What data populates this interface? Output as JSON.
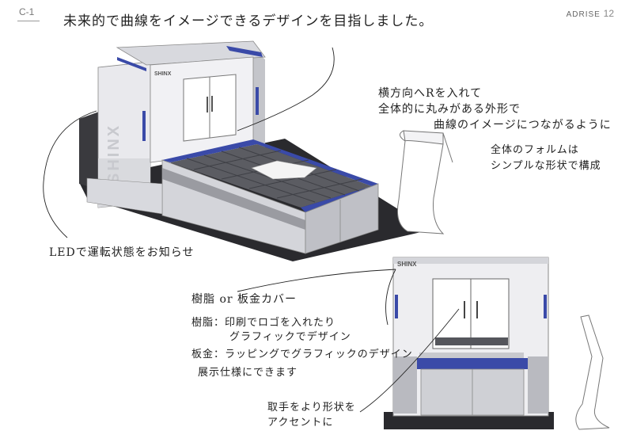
{
  "page": {
    "id": "C-1",
    "brand": "ADRISE",
    "number": "12"
  },
  "notes": {
    "headline": "未来的で曲線をイメージできるデザインを目指しました。",
    "radius_line1": "横方向へRを入れて",
    "radius_line2": "全体的に丸みがある外形で",
    "radius_line3": "曲線のイメージにつながるように",
    "form_line1": "全体のフォルムは",
    "form_line2": "シンプルな形状で構成",
    "led": "LEDで運転状態をお知らせ",
    "cover_title": "樹脂 or 板金カバー",
    "cover_resin1": "樹脂：印刷でロゴを入れたり",
    "cover_resin2": "グラフィックでデザイン",
    "cover_metal": "板金：ラッピングでグラフィックのデザイン",
    "cover_spec": "展示仕様にできます",
    "handle1": "取手をより形状を",
    "handle2": "アクセントに"
  },
  "logos": {
    "machine_logo": "SHINX"
  },
  "colors": {
    "accent_blue": "#3a4aa8",
    "body_light": "#ececf0",
    "body_mid": "#c9cacf",
    "base_dark": "#2a2a2e",
    "ink": "#222222"
  }
}
